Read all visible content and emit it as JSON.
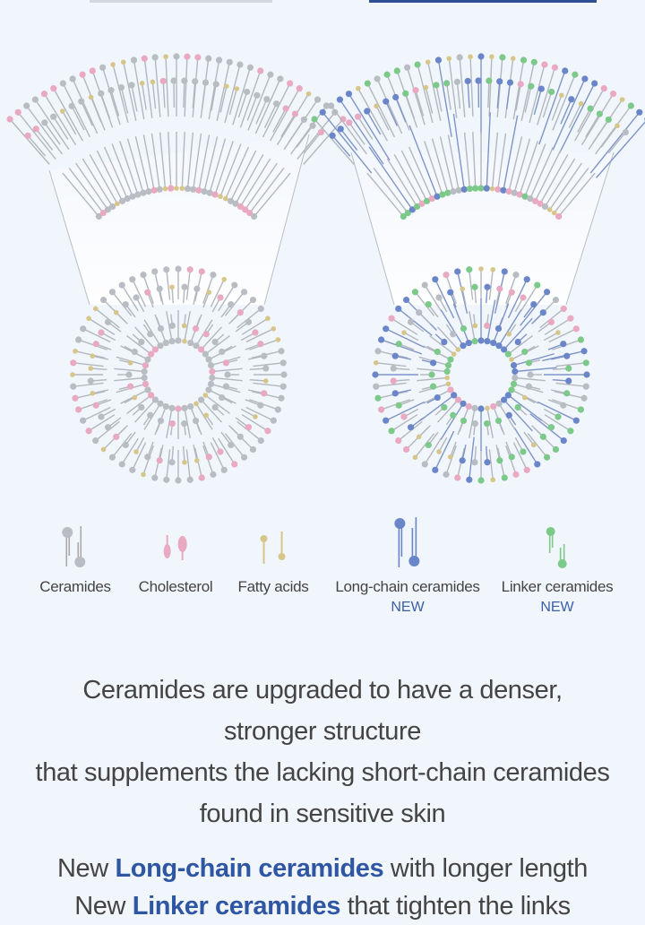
{
  "colors": {
    "ceramide": "#b9bdc3",
    "cholesterol": "#e8a9c1",
    "fatty_acid": "#d6c68a",
    "long_chain": "#6a86c8",
    "linker": "#7cc98a",
    "accent": "#2f56a3"
  },
  "legend": [
    {
      "label": "Ceramides",
      "badge": "",
      "color": "#b9bdc3"
    },
    {
      "label": "Cholesterol",
      "badge": "",
      "color": "#e8a9c1"
    },
    {
      "label": "Fatty acids",
      "badge": "",
      "color": "#d6c68a"
    },
    {
      "label": "Long-chain ceramides",
      "badge": "NEW",
      "color": "#6a86c8"
    },
    {
      "label": "Linker ceramides",
      "badge": "NEW",
      "color": "#7cc98a"
    }
  ],
  "paragraph1": [
    "Ceramides are upgraded to have a denser,",
    "stronger structure",
    "that supplements the lacking short-chain ceramides",
    "found in sensitive skin"
  ],
  "paragraph2": {
    "line1_prefix": "New ",
    "line1_highlight": "Long-chain ceramides",
    "line1_suffix": " with longer length",
    "line2_prefix": "New ",
    "line2_highlight": "Linker ceramides",
    "line2_suffix": " that tighten the links"
  }
}
